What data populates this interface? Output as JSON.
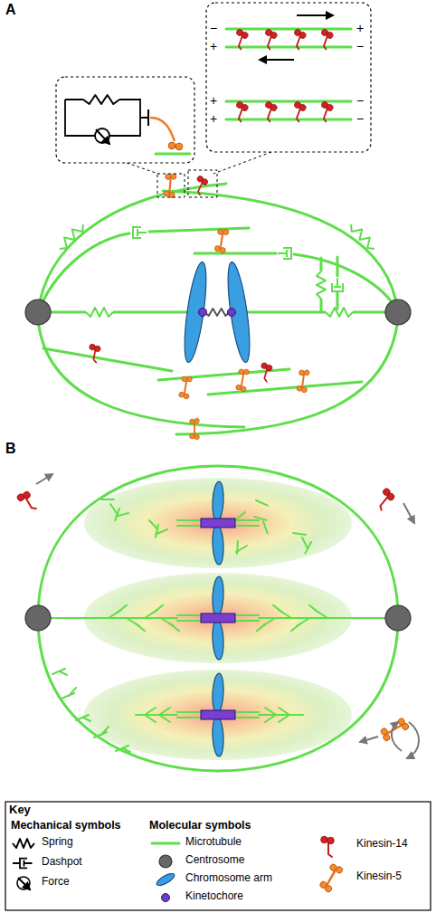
{
  "diagram": {
    "nodes": [
      {
        "text": [
          "Key"
        ]
      }
    ],
    "labels": [
      "A",
      "−",
      "+",
      "+",
      "−",
      "+",
      "−",
      "+",
      "−",
      "B",
      "Mechanical symbols",
      "Molecular symbols"
    ],
    "legend": [
      {
        "text": "Spring"
      },
      {
        "text": "Dashpot"
      },
      {
        "text": "Force"
      },
      {
        "text": "Microtubule"
      },
      {
        "text": "Centrosome"
      },
      {
        "text": "Chromosome arm"
      },
      {
        "text": "Kinetochore"
      },
      {
        "text": "Kinesin-14"
      },
      {
        "text": "Kinesin-5"
      }
    ]
  }
}
